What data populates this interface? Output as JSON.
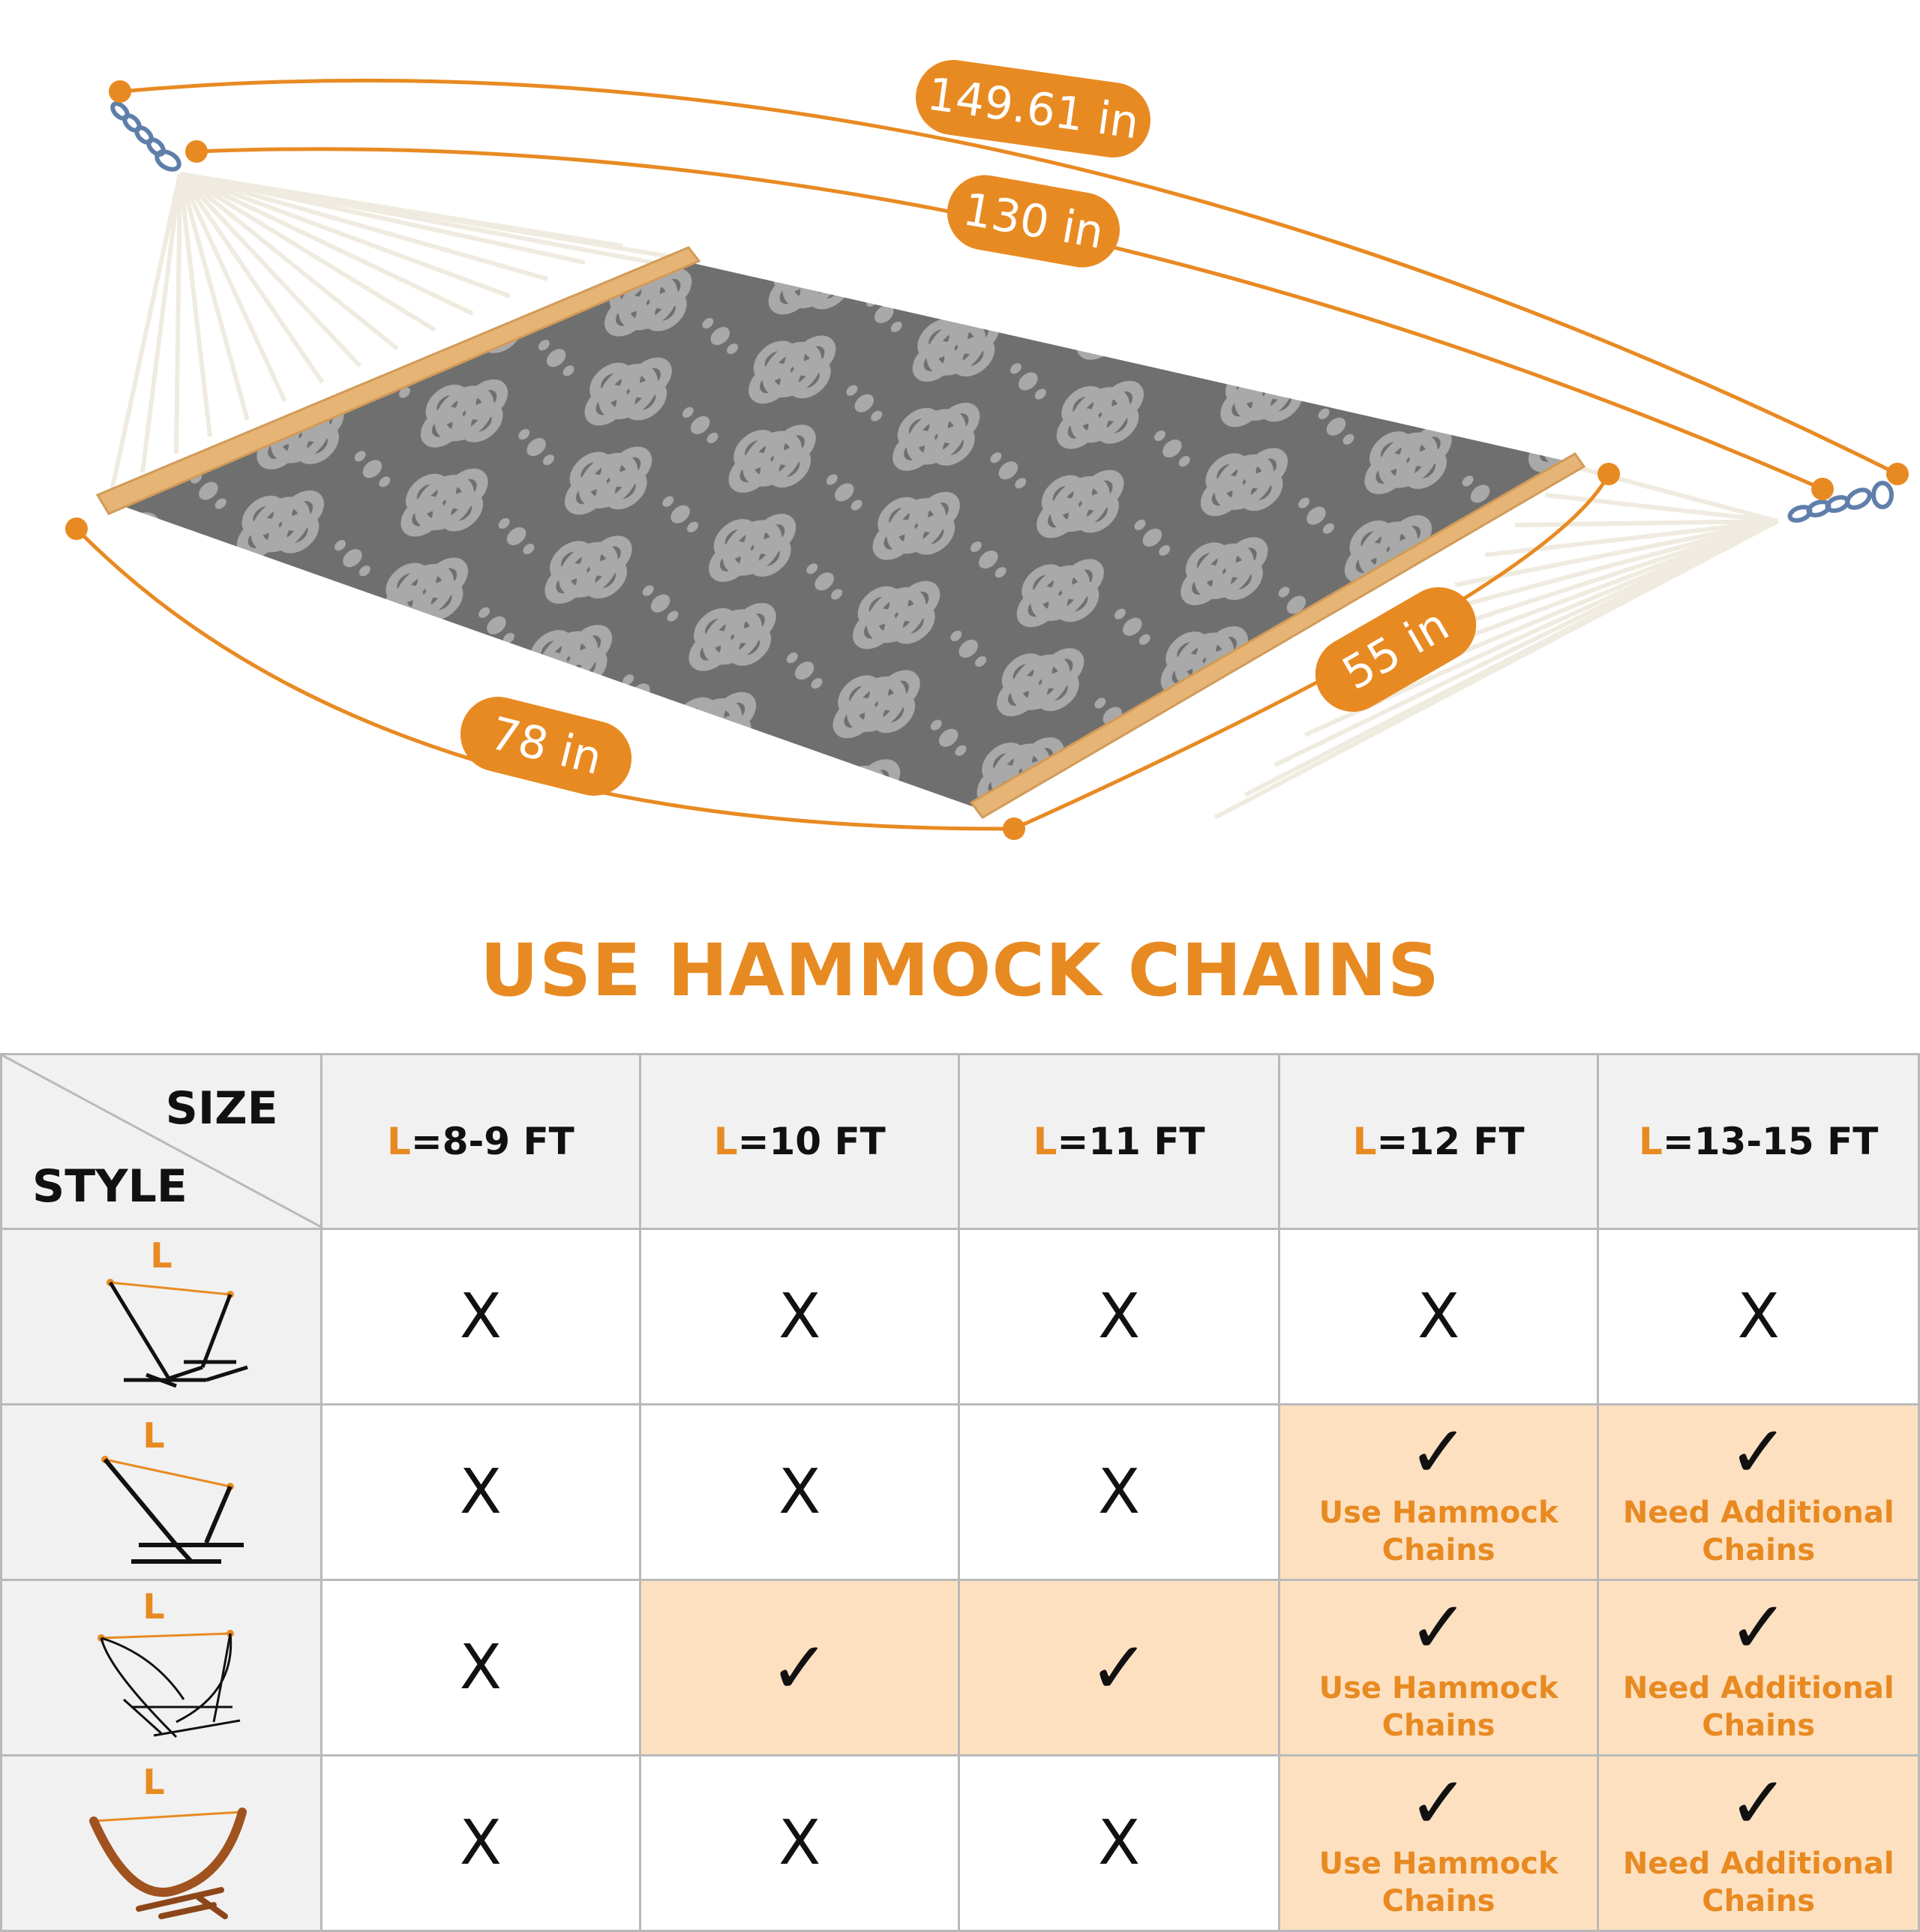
{
  "colors": {
    "accent": "#e88a22",
    "highlight": "#fde0c0",
    "fabric": "#6f6f6f",
    "pattern": "#a9a9a9",
    "wood": "#e6b474",
    "rope": "#f3efe6",
    "chain": "#5f7faa"
  },
  "dimensions": {
    "overall_length": "149.61 in",
    "bed_length": "130 in",
    "bed_width": "55 in",
    "width_bottom": "78 in"
  },
  "heading": "USE HAMMOCK CHAINS",
  "table": {
    "corner_size": "SIZE",
    "corner_style": "STYLE",
    "size_letter": "L",
    "size_columns": [
      "=8-9 FT",
      "=10 FT",
      "=11 FT",
      "=12 FT",
      "=13-15 FT"
    ],
    "rows": [
      {
        "style_icon": "metal-stand-3-beam-icon",
        "cells": [
          {
            "mark": "X"
          },
          {
            "mark": "X"
          },
          {
            "mark": "X"
          },
          {
            "mark": "X"
          },
          {
            "mark": "X"
          }
        ]
      },
      {
        "style_icon": "metal-stand-angled-icon",
        "cells": [
          {
            "mark": "X"
          },
          {
            "mark": "X"
          },
          {
            "mark": "X"
          },
          {
            "mark": "✓",
            "highlight": true,
            "note": [
              "Use Hammock",
              "Chains"
            ]
          },
          {
            "mark": "✓",
            "highlight": true,
            "note": [
              "Need Additional",
              "Chains"
            ]
          }
        ]
      },
      {
        "style_icon": "metal-stand-arched-icon",
        "cells": [
          {
            "mark": "X"
          },
          {
            "mark": "✓",
            "highlight": true
          },
          {
            "mark": "✓",
            "highlight": true
          },
          {
            "mark": "✓",
            "highlight": true,
            "note": [
              "Use Hammock",
              "Chains"
            ]
          },
          {
            "mark": "✓",
            "highlight": true,
            "note": [
              "Need Additional",
              "Chains"
            ]
          }
        ]
      },
      {
        "style_icon": "wooden-arc-stand-icon",
        "cells": [
          {
            "mark": "X"
          },
          {
            "mark": "X"
          },
          {
            "mark": "X"
          },
          {
            "mark": "✓",
            "highlight": true,
            "note": [
              "Use Hammock",
              "Chains"
            ]
          },
          {
            "mark": "✓",
            "highlight": true,
            "note": [
              "Need Additional",
              "Chains"
            ]
          }
        ]
      }
    ]
  }
}
